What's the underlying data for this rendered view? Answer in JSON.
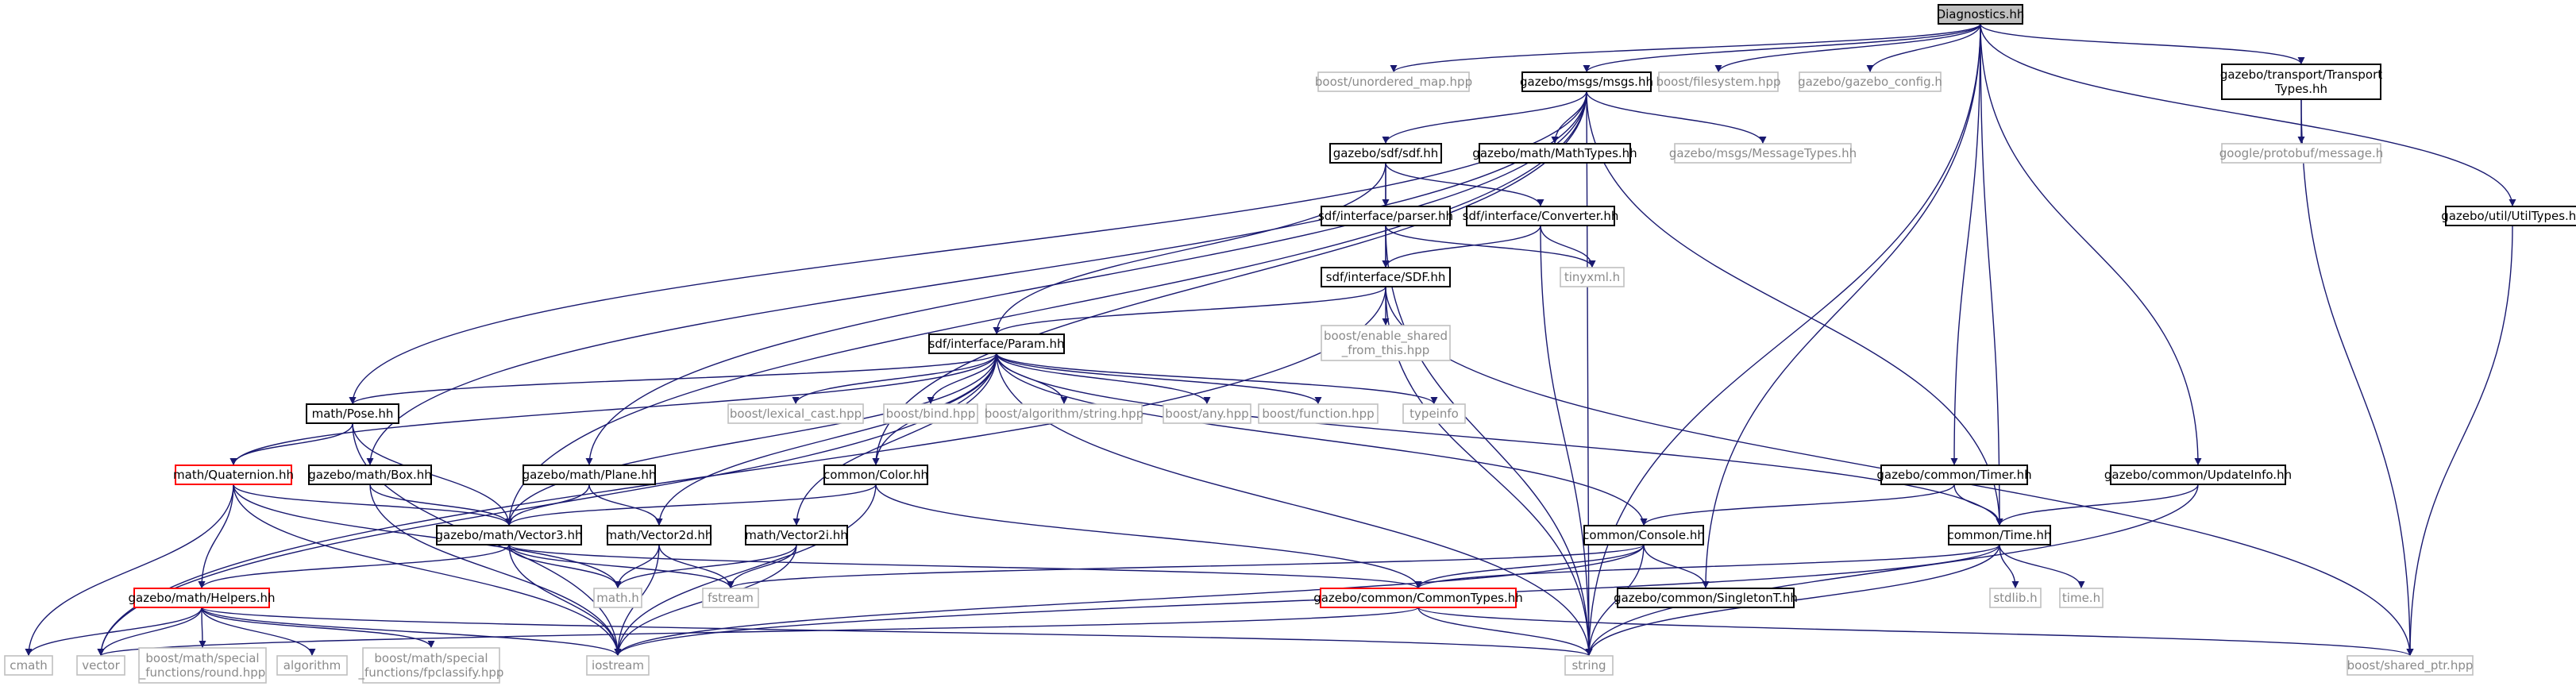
{
  "colors": {
    "edge": "#191970",
    "root_fill": "#bfbfbf",
    "highlight_border": "#ff0000",
    "external_border": "#bfbfbf"
  },
  "nodes": [
    {
      "id": "diag",
      "label": "Diagnostics.hh",
      "style": "root"
    },
    {
      "id": "unordered_map",
      "label": "boost/unordered_map.hpp",
      "style": "ext"
    },
    {
      "id": "msgs",
      "label": "gazebo/msgs/msgs.hh",
      "style": "normal"
    },
    {
      "id": "filesystem",
      "label": "boost/filesystem.hpp",
      "style": "ext"
    },
    {
      "id": "gazebo_config",
      "label": "gazebo/gazebo_config.h",
      "style": "ext"
    },
    {
      "id": "transport",
      "label": [
        "gazebo/transport/Transport",
        "Types.hh"
      ],
      "style": "normal"
    },
    {
      "id": "protobuf",
      "label": "google/protobuf/message.h",
      "style": "ext"
    },
    {
      "id": "utiltypes",
      "label": "gazebo/util/UtilTypes.hh",
      "style": "normal"
    },
    {
      "id": "sdf",
      "label": "gazebo/sdf/sdf.hh",
      "style": "normal"
    },
    {
      "id": "mathtypes",
      "label": "gazebo/math/MathTypes.hh",
      "style": "normal"
    },
    {
      "id": "msgtypes",
      "label": "gazebo/msgs/MessageTypes.hh",
      "style": "ext"
    },
    {
      "id": "parser",
      "label": "sdf/interface/parser.hh",
      "style": "normal"
    },
    {
      "id": "converter",
      "label": "sdf/interface/Converter.hh",
      "style": "normal"
    },
    {
      "id": "SDF",
      "label": "sdf/interface/SDF.hh",
      "style": "normal"
    },
    {
      "id": "tinyxml",
      "label": "tinyxml.h",
      "style": "ext"
    },
    {
      "id": "enable_shared",
      "label": [
        "boost/enable_shared",
        "_from_this.hpp"
      ],
      "style": "ext"
    },
    {
      "id": "param",
      "label": "sdf/interface/Param.hh",
      "style": "normal"
    },
    {
      "id": "pose",
      "label": "math/Pose.hh",
      "style": "normal"
    },
    {
      "id": "lexical",
      "label": "boost/lexical_cast.hpp",
      "style": "ext"
    },
    {
      "id": "bind",
      "label": "boost/bind.hpp",
      "style": "ext"
    },
    {
      "id": "algostring",
      "label": "boost/algorithm/string.hpp",
      "style": "ext"
    },
    {
      "id": "any",
      "label": "boost/any.hpp",
      "style": "ext"
    },
    {
      "id": "function",
      "label": "boost/function.hpp",
      "style": "ext"
    },
    {
      "id": "typeinfo",
      "label": "typeinfo",
      "style": "ext"
    },
    {
      "id": "quaternion",
      "label": "math/Quaternion.hh",
      "style": "red"
    },
    {
      "id": "box",
      "label": "gazebo/math/Box.hh",
      "style": "normal"
    },
    {
      "id": "plane",
      "label": "gazebo/math/Plane.hh",
      "style": "normal"
    },
    {
      "id": "color",
      "label": "common/Color.hh",
      "style": "normal"
    },
    {
      "id": "timer",
      "label": "gazebo/common/Timer.hh",
      "style": "normal"
    },
    {
      "id": "updateinfo",
      "label": "gazebo/common/UpdateInfo.hh",
      "style": "normal"
    },
    {
      "id": "vector3",
      "label": "gazebo/math/Vector3.hh",
      "style": "normal"
    },
    {
      "id": "vector2d",
      "label": "math/Vector2d.hh",
      "style": "normal"
    },
    {
      "id": "vector2i",
      "label": "math/Vector2i.hh",
      "style": "normal"
    },
    {
      "id": "console",
      "label": "common/Console.hh",
      "style": "normal"
    },
    {
      "id": "time",
      "label": "common/Time.hh",
      "style": "normal"
    },
    {
      "id": "helpers",
      "label": "gazebo/math/Helpers.hh",
      "style": "red"
    },
    {
      "id": "mathh",
      "label": "math.h",
      "style": "ext"
    },
    {
      "id": "fstream",
      "label": "fstream",
      "style": "ext"
    },
    {
      "id": "commontypes",
      "label": "gazebo/common/CommonTypes.hh",
      "style": "red"
    },
    {
      "id": "singleton",
      "label": "gazebo/common/SingletonT.hh",
      "style": "normal"
    },
    {
      "id": "stdlib",
      "label": "stdlib.h",
      "style": "ext"
    },
    {
      "id": "timeh",
      "label": "time.h",
      "style": "ext"
    },
    {
      "id": "cmath",
      "label": "cmath",
      "style": "ext"
    },
    {
      "id": "vector",
      "label": "vector",
      "style": "ext"
    },
    {
      "id": "round",
      "label": [
        "boost/math/special",
        "_functions/round.hpp"
      ],
      "style": "ext"
    },
    {
      "id": "algorithm",
      "label": "algorithm",
      "style": "ext"
    },
    {
      "id": "fpclassify",
      "label": [
        "boost/math/special",
        "_functions/fpclassify.hpp"
      ],
      "style": "ext"
    },
    {
      "id": "iostream",
      "label": "iostream",
      "style": "ext"
    },
    {
      "id": "string",
      "label": "string",
      "style": "ext"
    },
    {
      "id": "sharedptr",
      "label": "boost/shared_ptr.hpp",
      "style": "ext"
    }
  ],
  "edges": [
    [
      "diag",
      "unordered_map"
    ],
    [
      "diag",
      "msgs"
    ],
    [
      "diag",
      "filesystem"
    ],
    [
      "diag",
      "gazebo_config"
    ],
    [
      "diag",
      "transport"
    ],
    [
      "diag",
      "utiltypes"
    ],
    [
      "diag",
      "string"
    ],
    [
      "diag",
      "singleton"
    ],
    [
      "diag",
      "timer"
    ],
    [
      "diag",
      "updateinfo"
    ],
    [
      "diag",
      "time"
    ],
    [
      "msgs",
      "sdf"
    ],
    [
      "msgs",
      "mathtypes"
    ],
    [
      "msgs",
      "msgtypes"
    ],
    [
      "msgs",
      "pose"
    ],
    [
      "msgs",
      "box"
    ],
    [
      "msgs",
      "plane"
    ],
    [
      "msgs",
      "vector3"
    ],
    [
      "msgs",
      "color"
    ],
    [
      "msgs",
      "time"
    ],
    [
      "msgs",
      "string"
    ],
    [
      "transport",
      "protobuf"
    ],
    [
      "transport",
      "sharedptr"
    ],
    [
      "utiltypes",
      "sharedptr"
    ],
    [
      "sdf",
      "parser"
    ],
    [
      "sdf",
      "converter"
    ],
    [
      "sdf",
      "SDF"
    ],
    [
      "sdf",
      "param"
    ],
    [
      "parser",
      "SDF"
    ],
    [
      "parser",
      "tinyxml"
    ],
    [
      "parser",
      "string"
    ],
    [
      "converter",
      "SDF"
    ],
    [
      "converter",
      "tinyxml"
    ],
    [
      "converter",
      "string"
    ],
    [
      "SDF",
      "param"
    ],
    [
      "SDF",
      "enable_shared"
    ],
    [
      "SDF",
      "vector"
    ],
    [
      "SDF",
      "string"
    ],
    [
      "SDF",
      "sharedptr"
    ],
    [
      "param",
      "lexical"
    ],
    [
      "param",
      "bind"
    ],
    [
      "param",
      "algostring"
    ],
    [
      "param",
      "any"
    ],
    [
      "param",
      "function"
    ],
    [
      "param",
      "typeinfo"
    ],
    [
      "param",
      "pose"
    ],
    [
      "param",
      "quaternion"
    ],
    [
      "param",
      "vector3"
    ],
    [
      "param",
      "vector2d"
    ],
    [
      "param",
      "vector2i"
    ],
    [
      "param",
      "color"
    ],
    [
      "param",
      "console"
    ],
    [
      "param",
      "time"
    ],
    [
      "param",
      "vector"
    ],
    [
      "param",
      "string"
    ],
    [
      "pose",
      "quaternion"
    ],
    [
      "pose",
      "vector3"
    ],
    [
      "pose",
      "iostream"
    ],
    [
      "quaternion",
      "vector3"
    ],
    [
      "quaternion",
      "helpers"
    ],
    [
      "quaternion",
      "mathh"
    ],
    [
      "quaternion",
      "iostream"
    ],
    [
      "quaternion",
      "cmath"
    ],
    [
      "box",
      "vector3"
    ],
    [
      "box",
      "iostream"
    ],
    [
      "plane",
      "vector3"
    ],
    [
      "plane",
      "vector2d"
    ],
    [
      "color",
      "vector3"
    ],
    [
      "color",
      "commontypes"
    ],
    [
      "color",
      "iostream"
    ],
    [
      "timer",
      "console"
    ],
    [
      "timer",
      "time"
    ],
    [
      "updateinfo",
      "time"
    ],
    [
      "updateinfo",
      "string"
    ],
    [
      "vector3",
      "helpers"
    ],
    [
      "vector3",
      "mathh"
    ],
    [
      "vector3",
      "fstream"
    ],
    [
      "vector3",
      "iostream"
    ],
    [
      "vector3",
      "commontypes"
    ],
    [
      "vector2d",
      "mathh"
    ],
    [
      "vector2d",
      "fstream"
    ],
    [
      "vector2d",
      "iostream"
    ],
    [
      "vector2i",
      "mathh"
    ],
    [
      "vector2i",
      "fstream"
    ],
    [
      "vector2i",
      "iostream"
    ],
    [
      "console",
      "fstream"
    ],
    [
      "console",
      "iostream"
    ],
    [
      "console",
      "commontypes"
    ],
    [
      "console",
      "singleton"
    ],
    [
      "console",
      "string"
    ],
    [
      "time",
      "commontypes"
    ],
    [
      "time",
      "stdlib"
    ],
    [
      "time",
      "timeh"
    ],
    [
      "time",
      "iostream"
    ],
    [
      "time",
      "string"
    ],
    [
      "helpers",
      "cmath"
    ],
    [
      "helpers",
      "vector"
    ],
    [
      "helpers",
      "round"
    ],
    [
      "helpers",
      "algorithm"
    ],
    [
      "helpers",
      "fpclassify"
    ],
    [
      "helpers",
      "iostream"
    ],
    [
      "helpers",
      "string"
    ],
    [
      "commontypes",
      "vector"
    ],
    [
      "commontypes",
      "string"
    ],
    [
      "commontypes",
      "sharedptr"
    ]
  ]
}
